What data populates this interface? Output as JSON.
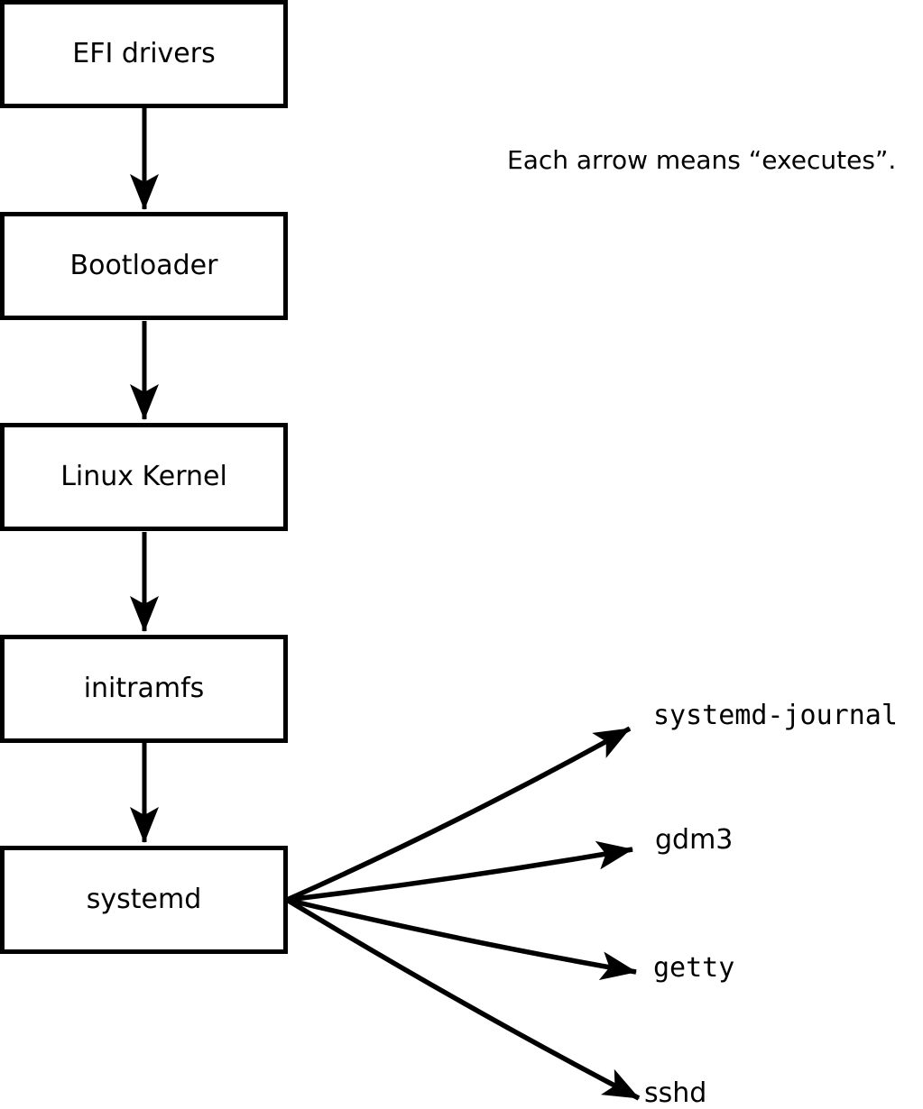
{
  "note": "Each arrow means “executes”.",
  "chain": [
    {
      "label": "EFI drivers"
    },
    {
      "label": "Bootloader"
    },
    {
      "label": "Linux Kernel"
    },
    {
      "label": "initramfs"
    },
    {
      "label": "systemd"
    }
  ],
  "targets": [
    {
      "label": "systemd-journal"
    },
    {
      "label": "gdm3"
    },
    {
      "label": "getty"
    },
    {
      "label": "sshd"
    }
  ],
  "edge_meaning": "executes",
  "colors": {
    "background": "#ffffff",
    "foreground": "#000000"
  }
}
